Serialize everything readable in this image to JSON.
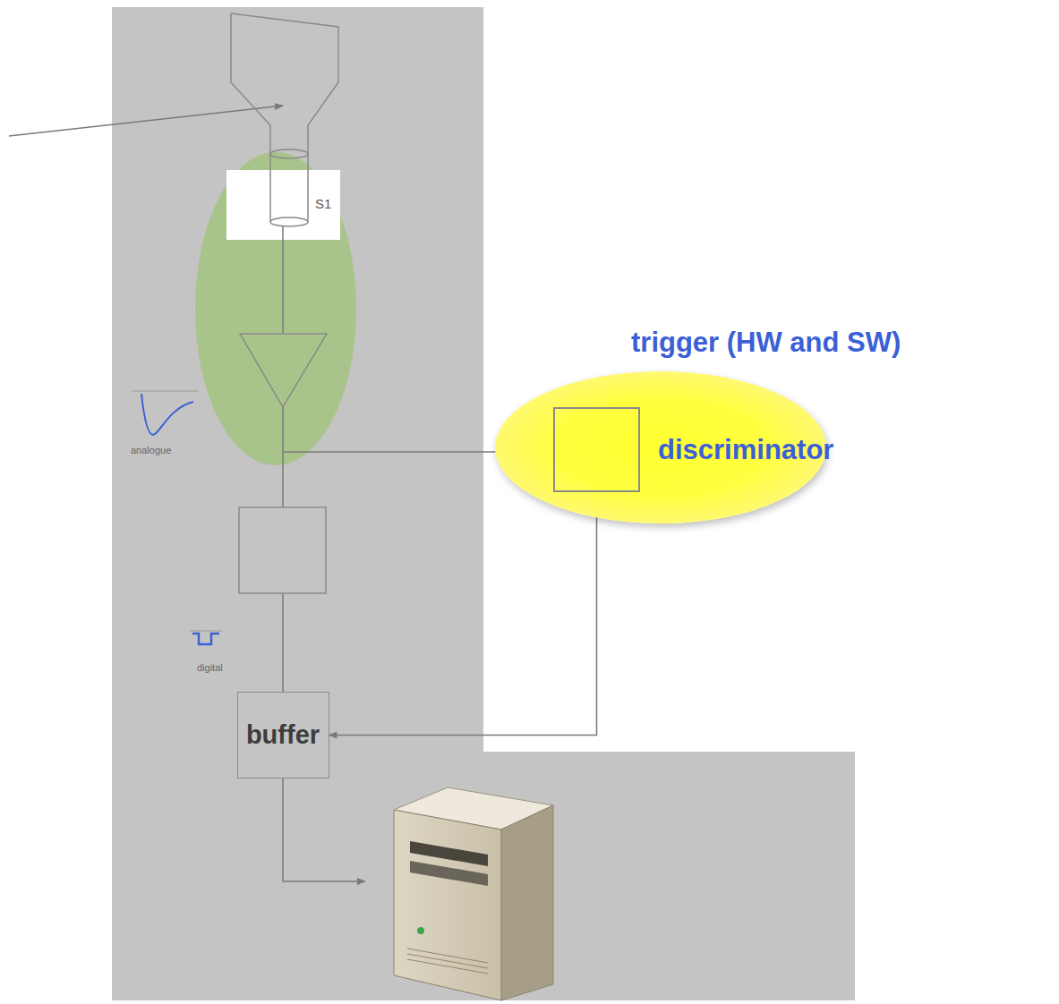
{
  "diagram": {
    "nodes": [
      {
        "text": [
          "trigger (HW and SW)"
        ]
      },
      {
        "text": [
          "discriminator"
        ],
        "in": 0
      },
      {
        "text": [
          "buffer"
        ]
      }
    ],
    "edges": [
      {
        "from": 1,
        "to": 2,
        "arrow": "to"
      }
    ],
    "labels": [
      "S1",
      "analogue",
      "digital"
    ]
  }
}
